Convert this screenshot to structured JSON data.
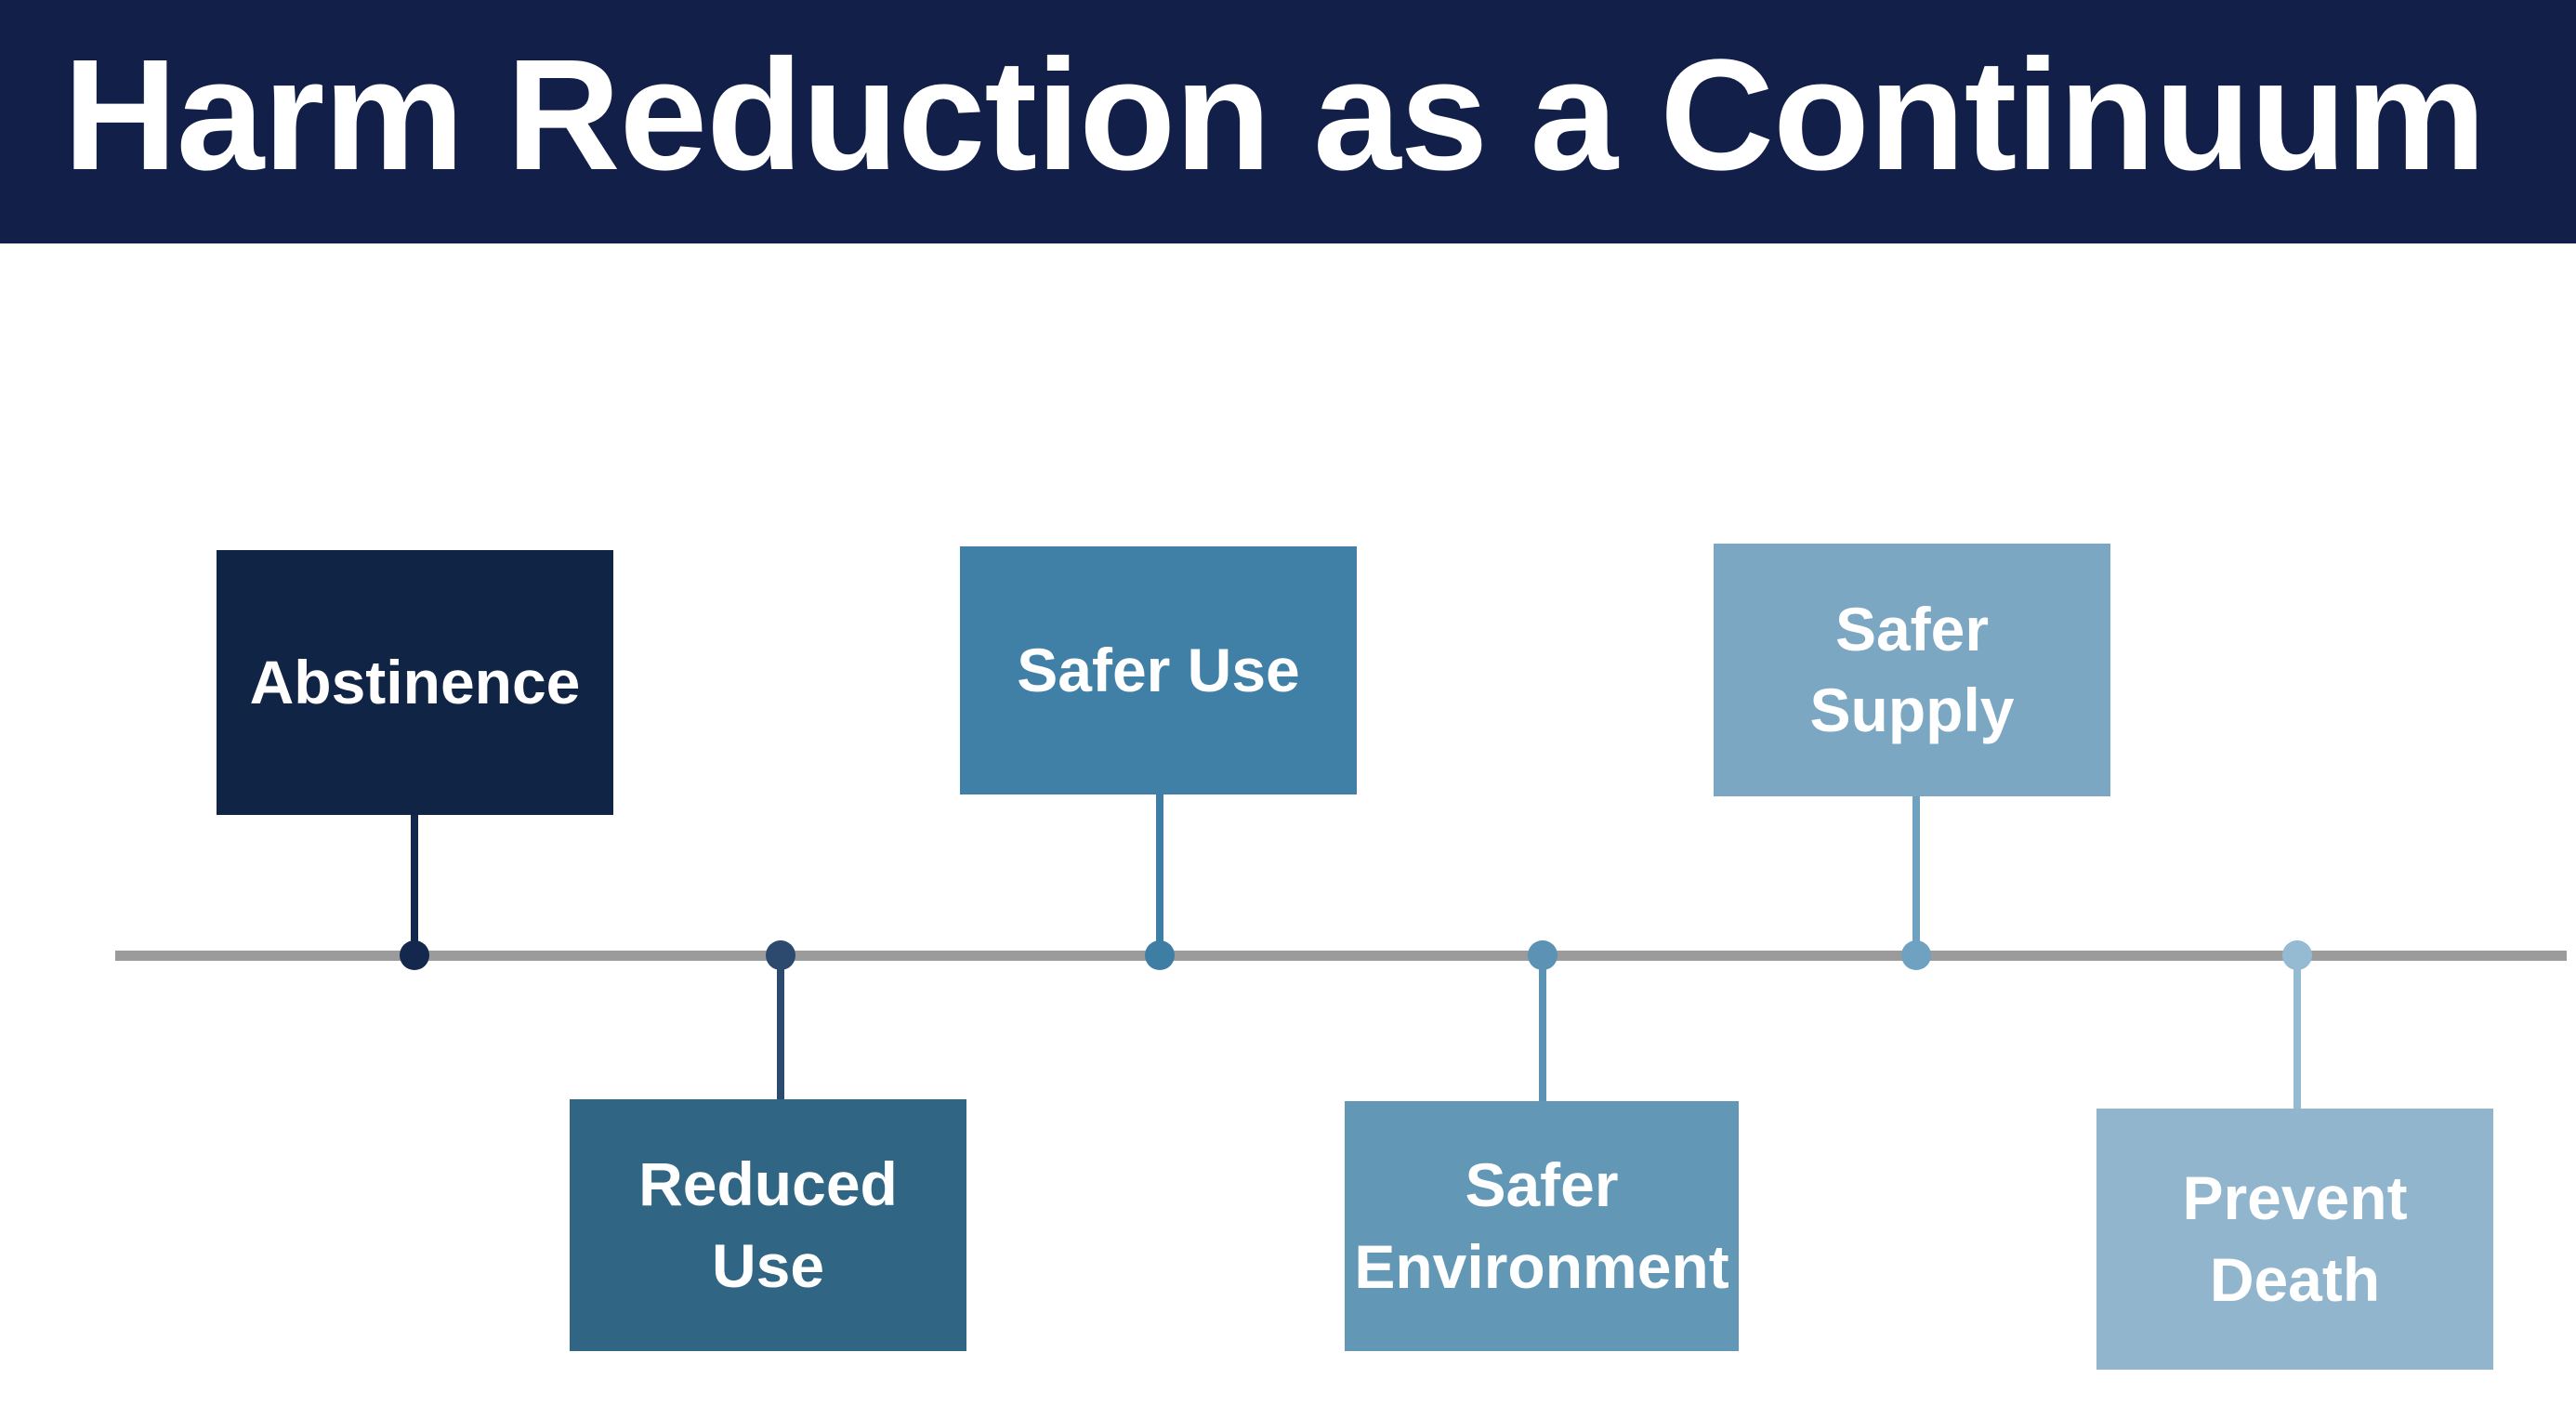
{
  "title": "Harm Reduction as a Continuum",
  "colors": {
    "title_bar_bg": "#121F48",
    "title_text": "#FFFFFF",
    "timeline": "#9B9B9B",
    "background": "#FFFFFF"
  },
  "diagram": {
    "type": "continuum-timeline",
    "stages": [
      {
        "label": "Abstinence",
        "position": "above",
        "box_color": "#102445",
        "marker_color": "#14274C"
      },
      {
        "label": "Reduced Use",
        "position": "below",
        "box_color": "#306684",
        "marker_color": "#2C4A6E"
      },
      {
        "label": "Safer Use",
        "position": "above",
        "box_color": "#4180A6",
        "marker_color": "#3E7EA5"
      },
      {
        "label": "Safer Environment",
        "position": "below",
        "box_color": "#6297B6",
        "marker_color": "#5C92B4"
      },
      {
        "label": "Safer Supply",
        "position": "above",
        "box_color": "#7BA7C3",
        "marker_color": "#6FA1C0"
      },
      {
        "label": "Prevent Death",
        "position": "below",
        "box_color": "#90B5CD",
        "marker_color": "#95BBD3"
      }
    ]
  }
}
